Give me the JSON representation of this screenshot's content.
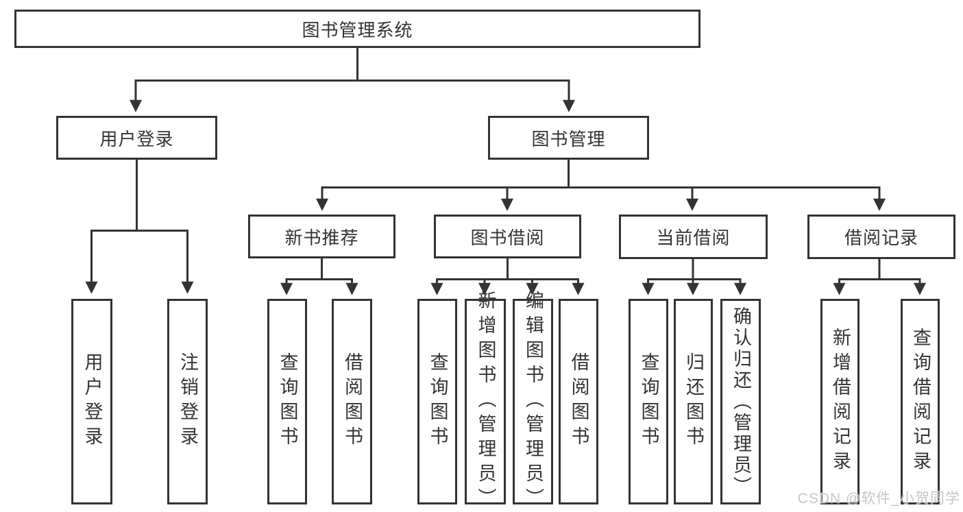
{
  "title": {
    "label": "图书管理系统"
  },
  "level2": [
    {
      "label": "用户登录"
    },
    {
      "label": "图书管理"
    }
  ],
  "level3": [
    {
      "label": "新书推荐",
      "parent": "图书管理"
    },
    {
      "label": "图书借阅",
      "parent": "图书管理"
    },
    {
      "label": "当前借阅",
      "parent": "图书管理"
    },
    {
      "label": "借阅记录",
      "parent": "图书管理"
    }
  ],
  "leaves": [
    {
      "label": "用户登录",
      "parent": "用户登录"
    },
    {
      "label": "注销登录",
      "parent": "用户登录"
    },
    {
      "label": "查询图书",
      "parent": "新书推荐"
    },
    {
      "label": "借阅图书",
      "parent": "新书推荐"
    },
    {
      "label": "查询图书",
      "parent": "图书借阅"
    },
    {
      "label": "新增图书（管理员）",
      "parent": "图书借阅"
    },
    {
      "label": "编辑图书（管理员）",
      "parent": "图书借阅"
    },
    {
      "label": "借阅图书",
      "parent": "图书借阅"
    },
    {
      "label": "查询图书",
      "parent": "当前借阅"
    },
    {
      "label": "归还图书",
      "parent": "当前借阅"
    },
    {
      "label": "确认归还（管理员）",
      "parent": "当前借阅"
    },
    {
      "label": "新增借阅记录",
      "parent": "借阅记录"
    },
    {
      "label": "查询借阅记录",
      "parent": "借阅记录"
    }
  ],
  "watermark": {
    "text": "CSDN @软件_小贺同学",
    "color": "#c6c6c6"
  },
  "colors": {
    "line": "#333333",
    "box_border": "#333333",
    "box_background": "#ffffff",
    "text": "#333333"
  }
}
